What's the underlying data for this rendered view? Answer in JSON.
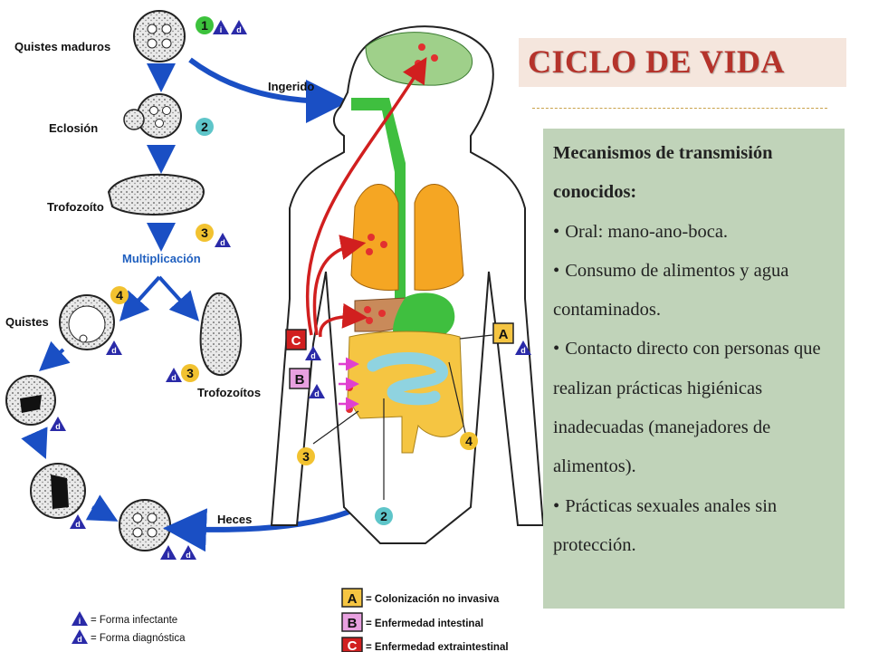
{
  "title": "CICLO DE VIDA",
  "info": {
    "heading": "Mecanismos de transmisión conocidos:",
    "bullets": [
      "Oral: mano-ano-boca.",
      "Consumo  de alimentos y agua contaminados.",
      "Contacto directo con personas que realizan prácticas higiénicas inadecuadas (manejadores de alimentos).",
      "Prácticas sexuales anales sin protección."
    ]
  },
  "diagram": {
    "stages": {
      "mature_cysts": "Quistes maduros",
      "hatching": "Eclosión",
      "trophozoite": "Trofozoíto",
      "multiplication": "Multiplicación",
      "cysts": "Quistes",
      "trophozoites": "Trofozoítos"
    },
    "arrows": {
      "ingested": "Ingerido",
      "feces": "Heces"
    },
    "step_numbers": [
      "1",
      "2",
      "3",
      "4"
    ],
    "marker_letters": {
      "infective": "i",
      "diagnostic": "d"
    },
    "outcome_letters": [
      "A",
      "B",
      "C"
    ],
    "legend": {
      "infective": "= Forma infectante",
      "diagnostic": "= Forma diagnóstica",
      "A": "= Colonización no invasiva",
      "B": "= Enfermedad intestinal",
      "C": "= Enfermedad extraintestinal"
    },
    "colors": {
      "flow_arrow": "#1a4fc4",
      "red_arrow": "#d11f1f",
      "brain": "#9fd08a",
      "lungs": "#f5a623",
      "liver": "#c98a5a",
      "stomach_esophagus": "#3fbf3f",
      "colon": "#f5c542",
      "small_intestine": "#8fd3e0",
      "step_1": "#3cc23c",
      "step_2": "#5ec5c9",
      "step_3_4": "#f2c230",
      "marker_triangle": "#2a2aa8",
      "box_A": "#f5c542",
      "box_B": "#e8a0e0",
      "box_C": "#d11f1f"
    }
  }
}
